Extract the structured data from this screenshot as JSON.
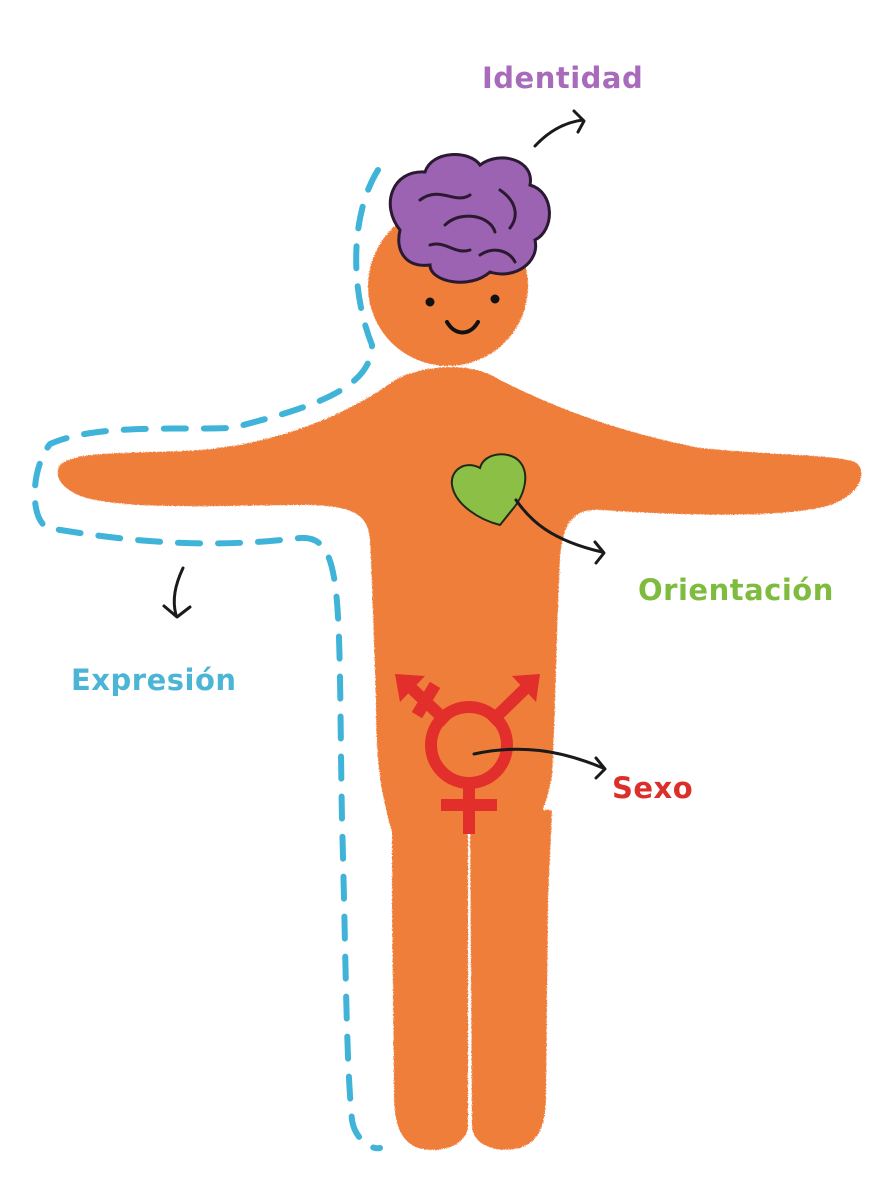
{
  "labels": {
    "identidad": "Identidad",
    "orientacion": "Orientación",
    "expresion": "Expresión",
    "sexo": "Sexo"
  },
  "colors": {
    "body": "#ef7e3a",
    "brain": "#9b63b2",
    "heart": "#8cbf45",
    "symbol": "#e22f2b",
    "dash": "#3fb4d8",
    "arrow": "#1a1a1a",
    "face": "#111111",
    "identidad": "#a86bbb",
    "orientacion": "#7fbb3f",
    "expresion": "#4cb5d6",
    "sexo": "#dd2f2a"
  },
  "icons": {
    "brain": "brain-icon",
    "heart": "heart-icon",
    "symbol": "transgender-symbol-icon"
  }
}
